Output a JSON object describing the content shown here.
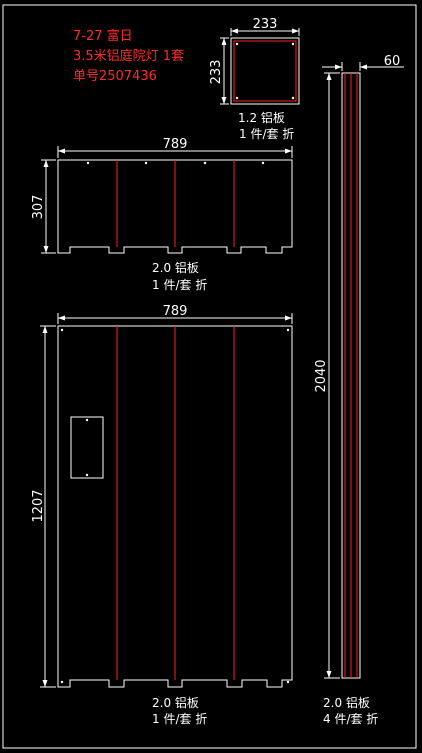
{
  "order": {
    "line1": "7-27 富日",
    "line2": "3.5米铝庭院灯 1套",
    "line3": "单号2507436"
  },
  "parts": {
    "square_panel": {
      "width": "233",
      "height": "233",
      "material": "1.2 铝板",
      "qty": "1 件/套 折"
    },
    "top_panel": {
      "width": "789",
      "height": "307",
      "material": "2.0 铝板",
      "qty": "1 件/套 折"
    },
    "main_panel": {
      "width": "789",
      "height": "1207",
      "material": "2.0 铝板",
      "qty": "1 件/套 折"
    },
    "strip": {
      "width": "60",
      "length": "2040",
      "material": "2.0 铝板",
      "qty": "4 件/套 折"
    }
  },
  "colors": {
    "background": "#000000",
    "outline": "#ffffff",
    "fold_line": "#ff2020",
    "annotation": "#ff2a2a"
  }
}
